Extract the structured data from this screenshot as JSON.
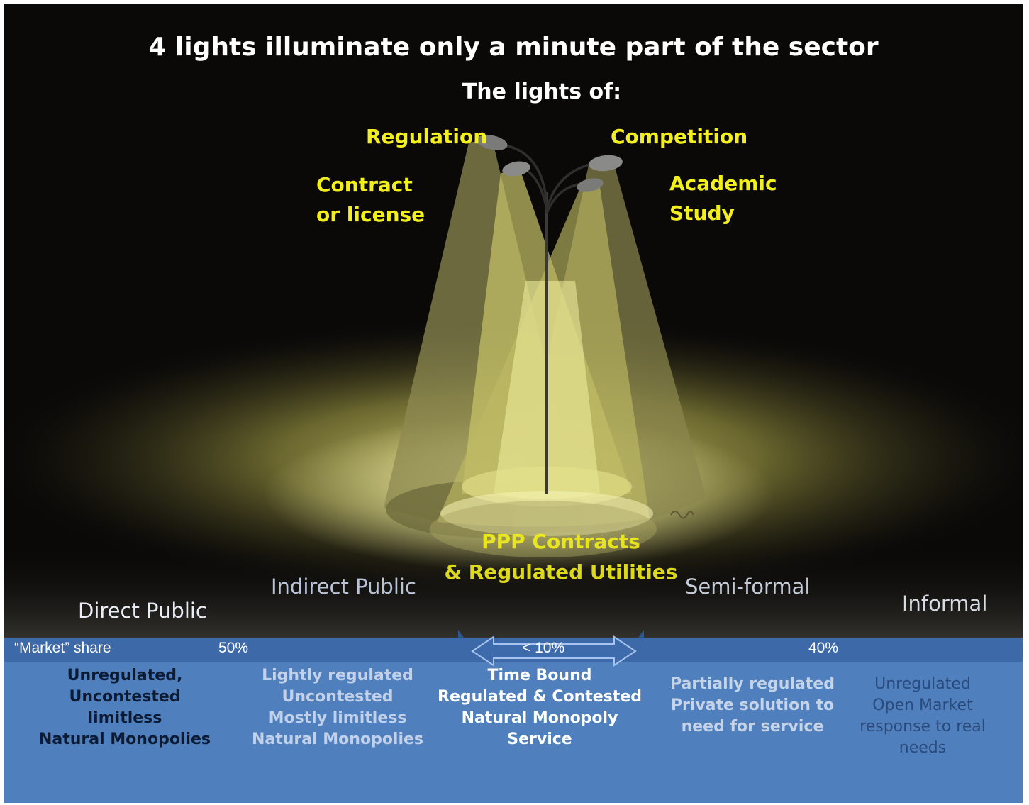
{
  "title": "4 lights illuminate only a minute part of the sector",
  "subtitle": "The lights of:",
  "lights": {
    "regulation": "Regulation",
    "competition": "Competition",
    "contract_line1": "Contract",
    "contract_line2": "or  license",
    "academic_line1": "Academic",
    "academic_line2": "Study"
  },
  "center_label": {
    "line1": "PPP Contracts",
    "line2": "& Regulated Utilities"
  },
  "segments": {
    "direct_public": "Direct Public",
    "indirect_public": "Indirect Public",
    "semi_formal": "Semi-formal",
    "informal": "Informal"
  },
  "share_bar": {
    "label": "“Market” share",
    "public_share": "50%",
    "center_share": "< 10%",
    "private_share": "40%"
  },
  "descriptions": {
    "direct_public": [
      "Unregulated,",
      "Uncontested",
      "limitless",
      "Natural Monopolies"
    ],
    "indirect_public": [
      "Lightly regulated",
      "Uncontested",
      "Mostly  limitless",
      "Natural Monopolies"
    ],
    "center": [
      "Time Bound",
      "Regulated & Contested",
      "Natural Monopoly",
      "Service"
    ],
    "semi_formal": [
      "Partially regulated",
      "Private solution to",
      "need for service"
    ],
    "informal": [
      "Unregulated",
      "Open Market",
      "response to  real",
      "needs"
    ]
  },
  "colors": {
    "background": "#0a0908",
    "light_label": "#f3ef1c",
    "band_top": "#3d69a8",
    "band_body": "#4f80bd"
  }
}
